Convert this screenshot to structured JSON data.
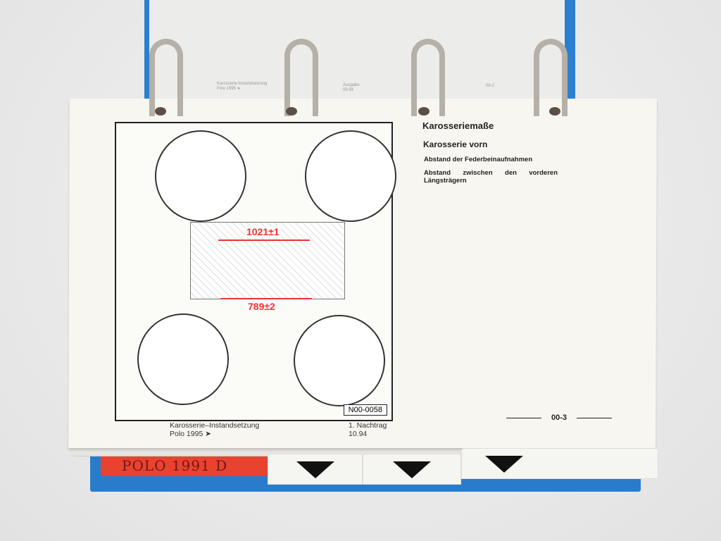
{
  "back_page": {
    "title_line1": "Karosserie-Instandsetzung",
    "title_line2": "Polo 1995 ➤",
    "edition_label": "Ausgabe",
    "edition_date": "09.94",
    "page_number": "00-2"
  },
  "front_page": {
    "heading": "Karosseriemaße",
    "subheading": "Karosserie vorn",
    "items": [
      "Abstand der Federbeinaufnahmen",
      "Abstand zwischen den vorderen Längsträgern"
    ],
    "figure": {
      "dimension_upper": "1021±1",
      "dimension_lower": "789±2",
      "figure_code": "N00-0058",
      "dimension_color": "#e33333"
    },
    "footer_left_line1": "Karosserie–Instandsetzung",
    "footer_left_line2": "Polo 1995 ➤",
    "footer_mid_line1": "1. Nachtrag",
    "footer_mid_line2": "10.94",
    "page_number": "00-3"
  },
  "tabs": {
    "red_tab_label": "POLO 1991 D",
    "red_tab_color": "#e8432f",
    "binder_color": "#2a7ccb"
  }
}
